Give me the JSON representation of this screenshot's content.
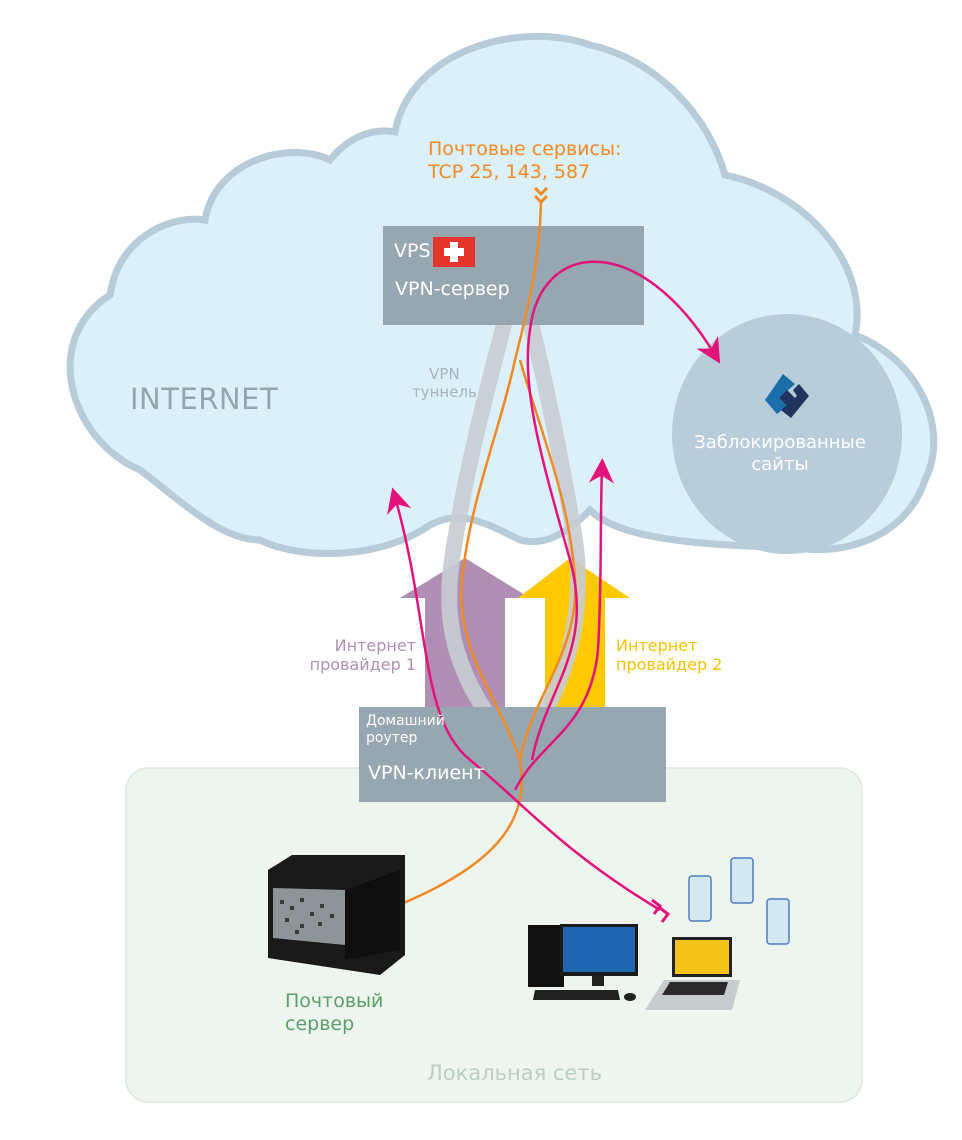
{
  "diagram": {
    "internet": {
      "label": "INTERNET"
    },
    "mail_services": {
      "line1": "Почтовые сервисы:",
      "line2": "TCP 25, 143, 587"
    },
    "vps": {
      "label": "VPS",
      "role": "VPN-сервер",
      "flag": "swiss-flag"
    },
    "tunnel": {
      "line1": "VPN",
      "line2": "туннель"
    },
    "blocked_sites": {
      "line1": "Заблокированные",
      "line2": "сайты",
      "icon": "roskomnadzor-logo"
    },
    "isp1": {
      "line1": "Интернет",
      "line2": "провайдер 1"
    },
    "isp2": {
      "line1": "Интернет",
      "line2": "провайдер 2"
    },
    "router": {
      "line1": "Домашний",
      "line2": "роутер",
      "role": "VPN-клиент"
    },
    "mail_server": {
      "line1": "Почтовый",
      "line2": "сервер"
    },
    "local_network": {
      "label": "Локальная сеть"
    },
    "colors": {
      "cloud_fill": "#dcf0fa",
      "cloud_stroke": "#b7cbd9",
      "box": "#97a7b1",
      "mail_flow": "#f08a24",
      "vpn_flow": "#e2137b",
      "tunnel": "#c8ccd0",
      "isp1": "#b18fb5",
      "isp2": "#ffc900",
      "lan_fill": "#edf5ee",
      "blocked_circle": "#b8ccd9"
    }
  }
}
